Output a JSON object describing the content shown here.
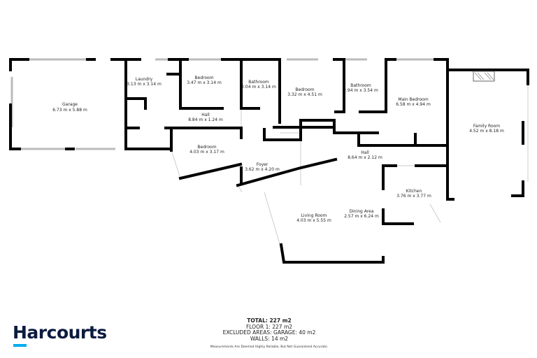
{
  "brand": {
    "name": "Harcourts",
    "accent_color": "#00adef",
    "text_color": "#0c1b3f"
  },
  "rooms": [
    {
      "name": "Garage",
      "size": "6.73 m x 5.88 m"
    },
    {
      "name": "Laundry",
      "size": "3.13 m x 3.14 m"
    },
    {
      "name": "Bedroom",
      "size": "3.47 m x 3.14 m"
    },
    {
      "name": "Bathroom",
      "size": "2.04 m x 3.14 m"
    },
    {
      "name": "Bedroom",
      "size": "3.32 m x 4.51 m"
    },
    {
      "name": "Bathroom",
      "size": "2.94 m x 3.54 m"
    },
    {
      "name": "Main Bedroom",
      "size": "6.58 m x 4.94 m"
    },
    {
      "name": "Family Room",
      "size": "4.52 m x 8.18 m"
    },
    {
      "name": "Hall",
      "size": "8.84 m x 1.24 m"
    },
    {
      "name": "Bedroom",
      "size": "4.03 m x 3.17 m"
    },
    {
      "name": "Foyer",
      "size": "3.62 m x 4.20 m"
    },
    {
      "name": "Hall",
      "size": "8.64 m x 2.12 m"
    },
    {
      "name": "Kitchen",
      "size": "3.76 m x 3.77 m"
    },
    {
      "name": "Living Room",
      "size": "4.03 m x 5.55 m"
    },
    {
      "name": "Dining Area",
      "size": "2.57 m x 6.24 m"
    }
  ],
  "summary": {
    "total": "TOTAL: 227 m2",
    "floor1": "FLOOR 1: 227 m2",
    "excluded": "EXCLUDED AREAS: GARAGE: 40 m2",
    "walls": "WALLS: 14 m2"
  },
  "disclaimer": "Measurements Are Deemed Highly Reliable, But Not Guaranteed Accurate."
}
